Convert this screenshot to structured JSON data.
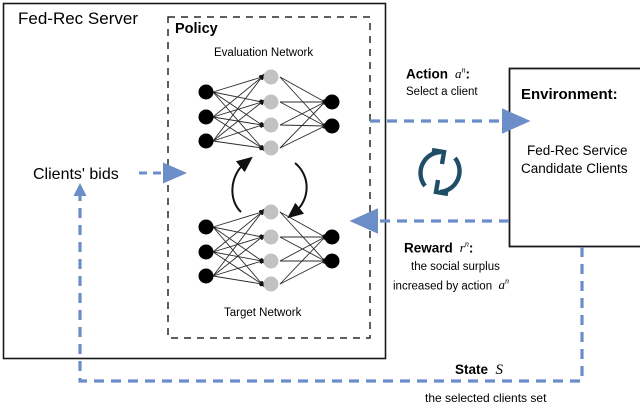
{
  "figure": {
    "type": "reinforcement-learning-architecture-diagram",
    "background": "#ffffff"
  },
  "colors": {
    "blue_dashed": "#6b8ec9",
    "teal_icon": "#1f4e66",
    "node_input": "#000000",
    "node_hidden": "#bfbfbf",
    "box_border": "#000000"
  },
  "server": {
    "title": "Fed-Rec Server"
  },
  "policy": {
    "title": "Policy",
    "evaluation_network_label": "Evaluation Network",
    "target_network_label": "Target Network",
    "network": {
      "input_nodes": 3,
      "hidden_nodes": 4,
      "output_nodes": 2
    }
  },
  "environment": {
    "title": "Environment:",
    "line1": "Fed-Rec Service",
    "line2": "Candidate Clients"
  },
  "flows": {
    "clients_bids": "Clients' bids",
    "action_label": "Action",
    "action_symbol": "a",
    "action_superscript": "n",
    "action_colon": ":",
    "action_sub": "Select a client",
    "reward_label": "Reward",
    "reward_symbol": "r",
    "reward_superscript": "n",
    "reward_colon": ":",
    "reward_line1": "the social surplus",
    "reward_line2": "increased by action",
    "reward_line2_symbol": "a",
    "reward_line2_superscript": "n",
    "state_label": "State",
    "state_symbol": "S",
    "state_sub": "the selected clients set"
  },
  "icons": {
    "sync": "sync-refresh-icon",
    "update_up": "curved-arrow-up-icon",
    "update_down": "curved-arrow-down-icon"
  }
}
